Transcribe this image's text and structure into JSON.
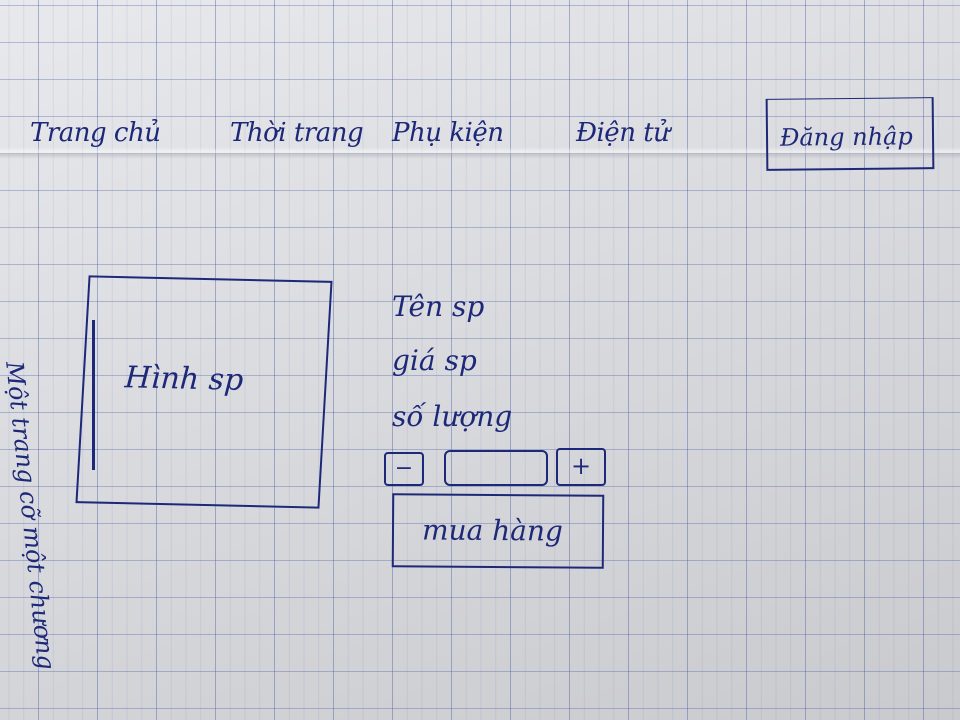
{
  "nav": {
    "home": "Trang chủ",
    "fashion": "Thời trang",
    "accessories": "Phụ kiện",
    "electronics": "Điện tử",
    "login": "Đăng nhập"
  },
  "product": {
    "image_label": "Hình sp",
    "name_label": "Tên sp",
    "price_label": "giá sp",
    "quantity_label": "số lượng",
    "qty_minus": "−",
    "qty_plus": "+",
    "buy_label": "mua hàng"
  },
  "margin_note": "Một trang cỡ một chương",
  "colors": {
    "ink": "#1d2878",
    "paper": "#dcdde0",
    "grid": "#3c50a0"
  }
}
